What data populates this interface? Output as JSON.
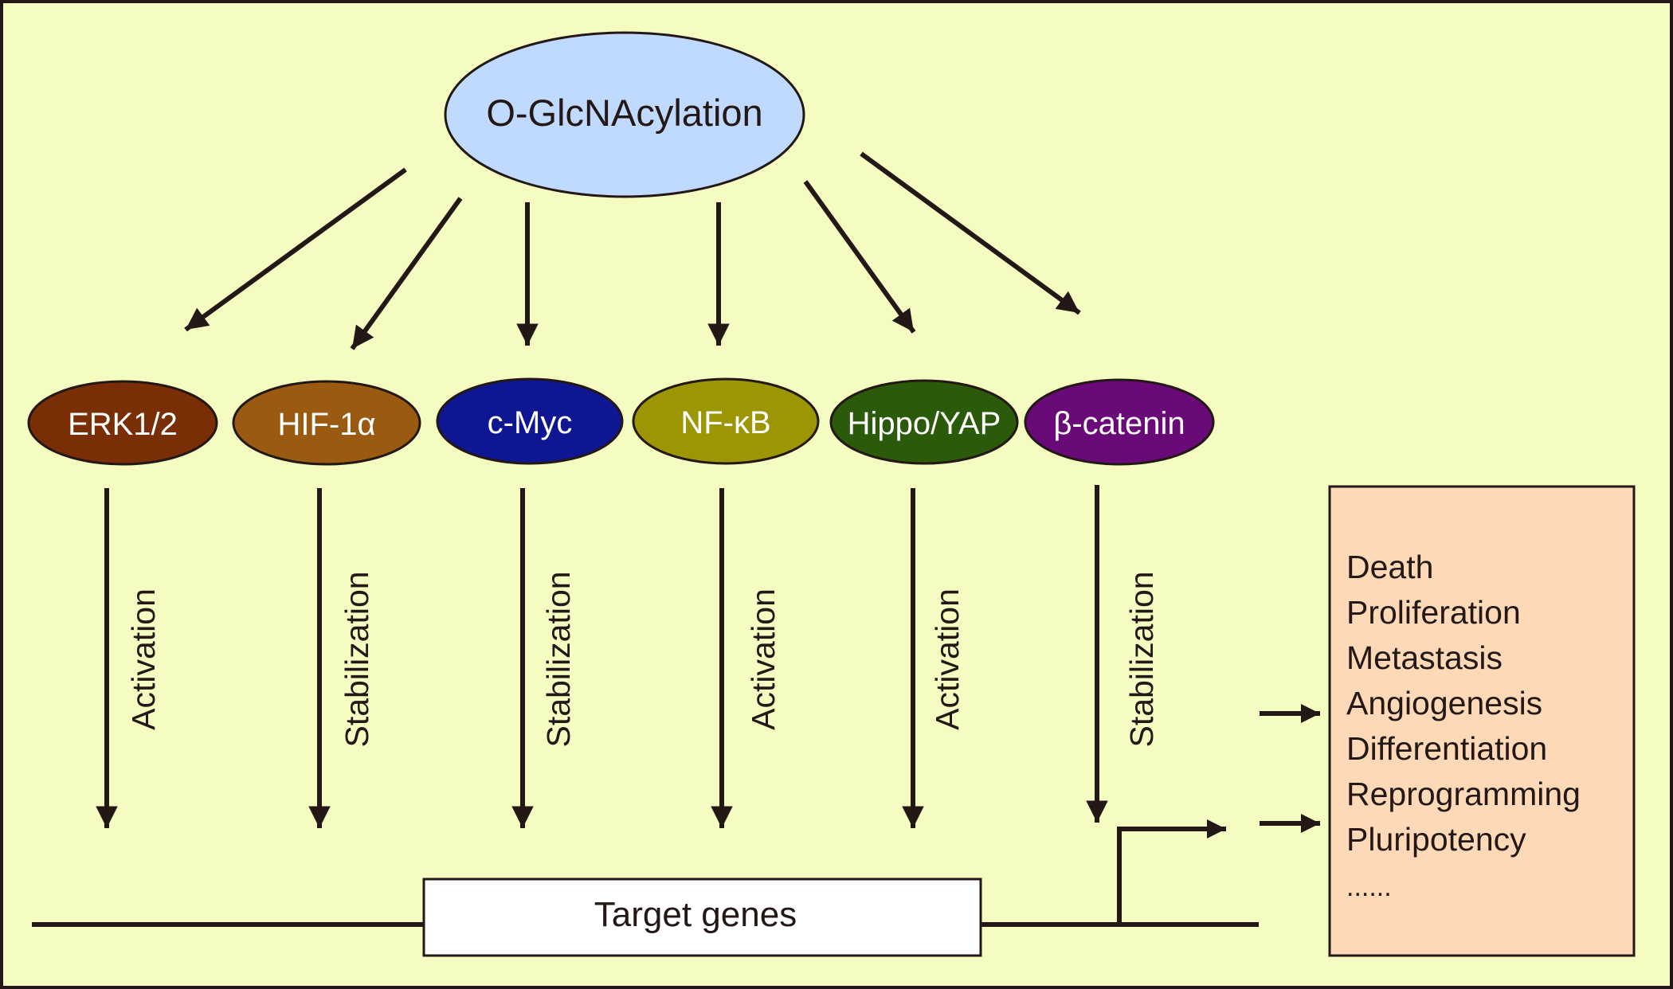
{
  "source": {
    "label": "O-GlcNAcylation"
  },
  "pathways": [
    {
      "name": "ERK1/2",
      "effect": "Activation",
      "fill": "#7a2e06"
    },
    {
      "name": "HIF-1α",
      "effect": "Stabilization",
      "fill": "#9a5a12"
    },
    {
      "name": "c-Myc",
      "effect": "Stabilization",
      "fill": "#0e1791"
    },
    {
      "name": "NF-κB",
      "effect": "Activation",
      "fill": "#9c9604"
    },
    {
      "name": "Hippo/YAP",
      "effect": "Activation",
      "fill": "#2b5a0b"
    },
    {
      "name": "β-catenin",
      "effect": "Stabilization",
      "fill": "#6a0a79"
    }
  ],
  "gene": {
    "label": "Target genes"
  },
  "outcomes": {
    "items": [
      "Death",
      "Proliferation",
      "Metastasis",
      "Angiogenesis",
      "Differentiation",
      "Reprogramming",
      "Pluripotency",
      "......"
    ]
  },
  "colors": {
    "background": "#f4fcc2",
    "source_fill": "#c0d9fe",
    "outcome_fill": "#fdd9b8",
    "line": "#231815"
  }
}
